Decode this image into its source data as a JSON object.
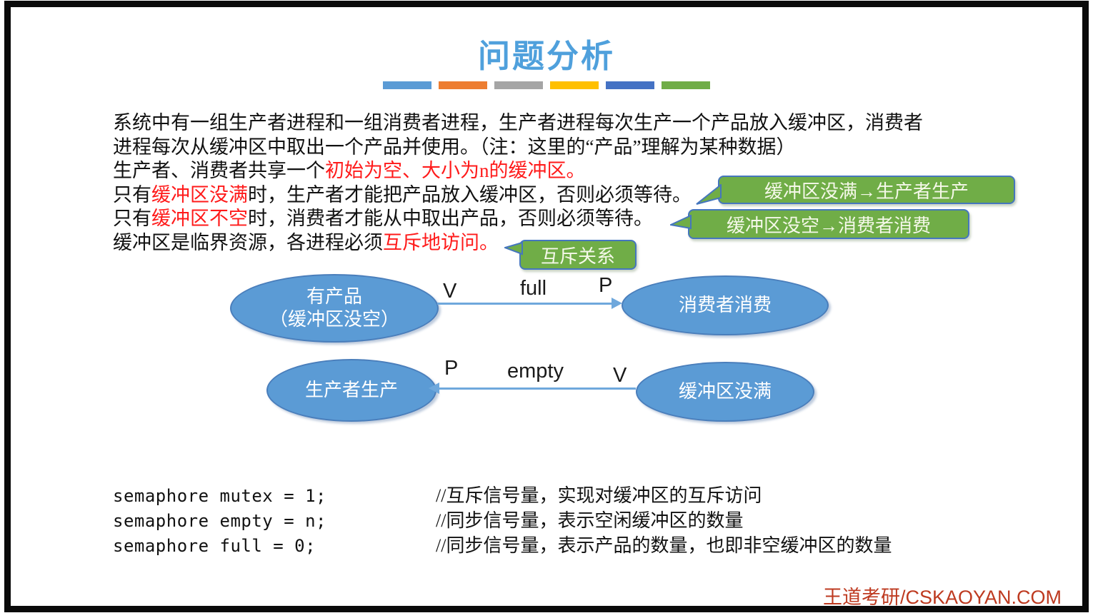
{
  "title": "问题分析",
  "divider_bars": [
    "#5b9bd5",
    "#ed7d31",
    "#a5a5a5",
    "#ffc000",
    "#4472c4",
    "#70ad47"
  ],
  "paragraph": {
    "lines": [
      {
        "a": "系统中有一组生产者进程和一组消费者进程，生产者进程每次生产一个产品放入缓冲区，消费者"
      },
      {
        "a": "进程每次从缓冲区中取出一个产品并使用。（注：这里的“产品”理解为某种数据）"
      },
      {
        "a": "生产者、消费者共享一个",
        "b": "初始为空、大小为n的缓冲区。"
      },
      {
        "a": "只有",
        "b": "缓冲区没满",
        "c": "时，生产者才能把产品放入缓冲区，否则必须等待。"
      },
      {
        "a": "只有",
        "b": "缓冲区不空",
        "c": "时，消费者才能从中取出产品，否则必须等待。"
      },
      {
        "a": "缓冲区是临界资源，各进程必须",
        "b": "互斥地访问。"
      }
    ]
  },
  "callouts": {
    "not_full": "缓冲区没满→生产者生产",
    "not_empty": "缓冲区没空→消费者消费",
    "mutex": "互斥关系"
  },
  "diagram": {
    "ellipses": {
      "has_product_line1": "有产品",
      "has_product_line2": "（缓冲区没空）",
      "consumer": "消费者消费",
      "producer": "生产者生产",
      "buffer_not_full": "缓冲区没满"
    },
    "row1": {
      "left_label": "V",
      "mid_label": "full",
      "right_label": "P"
    },
    "row2": {
      "left_label": "P",
      "mid_label": "empty",
      "right_label": "V"
    }
  },
  "code": {
    "lines": [
      {
        "code": "semaphore mutex = 1;",
        "comment": "//互斥信号量，实现对缓冲区的互斥访问"
      },
      {
        "code": "semaphore empty = n;",
        "comment": "//同步信号量，表示空闲缓冲区的数量"
      },
      {
        "code": "semaphore full = 0;",
        "comment": "//同步信号量，表示产品的数量，也即非空缓冲区的数量"
      }
    ]
  },
  "footer": "王道考研/CSKAOYAN.COM",
  "colors": {
    "title_blue": "#4fa0dc",
    "red_text": "#ff1a1a",
    "callout_green": "#70ad47",
    "callout_border": "#4576be",
    "ellipse_blue": "#5b9bd5",
    "ellipse_border": "#4a7ebb",
    "arrow_blue": "#6fa8dc",
    "footer_red": "#be3a20",
    "frame_black": "#0a0a0a"
  }
}
